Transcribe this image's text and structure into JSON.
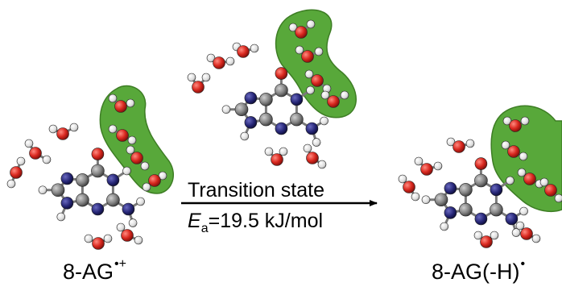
{
  "labels": {
    "reactant_main": "8-AG",
    "reactant_sup": "•+",
    "product_main": "8-AG(-H)",
    "product_sup": "•",
    "transition_state": "Transition state",
    "ea_symbol": "E",
    "ea_subscript": "a",
    "ea_value": "=19.5 kJ/mol"
  },
  "colors": {
    "oxygen": "#d9281f",
    "hydrogen": "#e6e6e6",
    "carbon": "#8c8c8c",
    "nitrogen": "#2a2a7c",
    "water_cluster": "#58a83a",
    "arrow": "#000000"
  }
}
